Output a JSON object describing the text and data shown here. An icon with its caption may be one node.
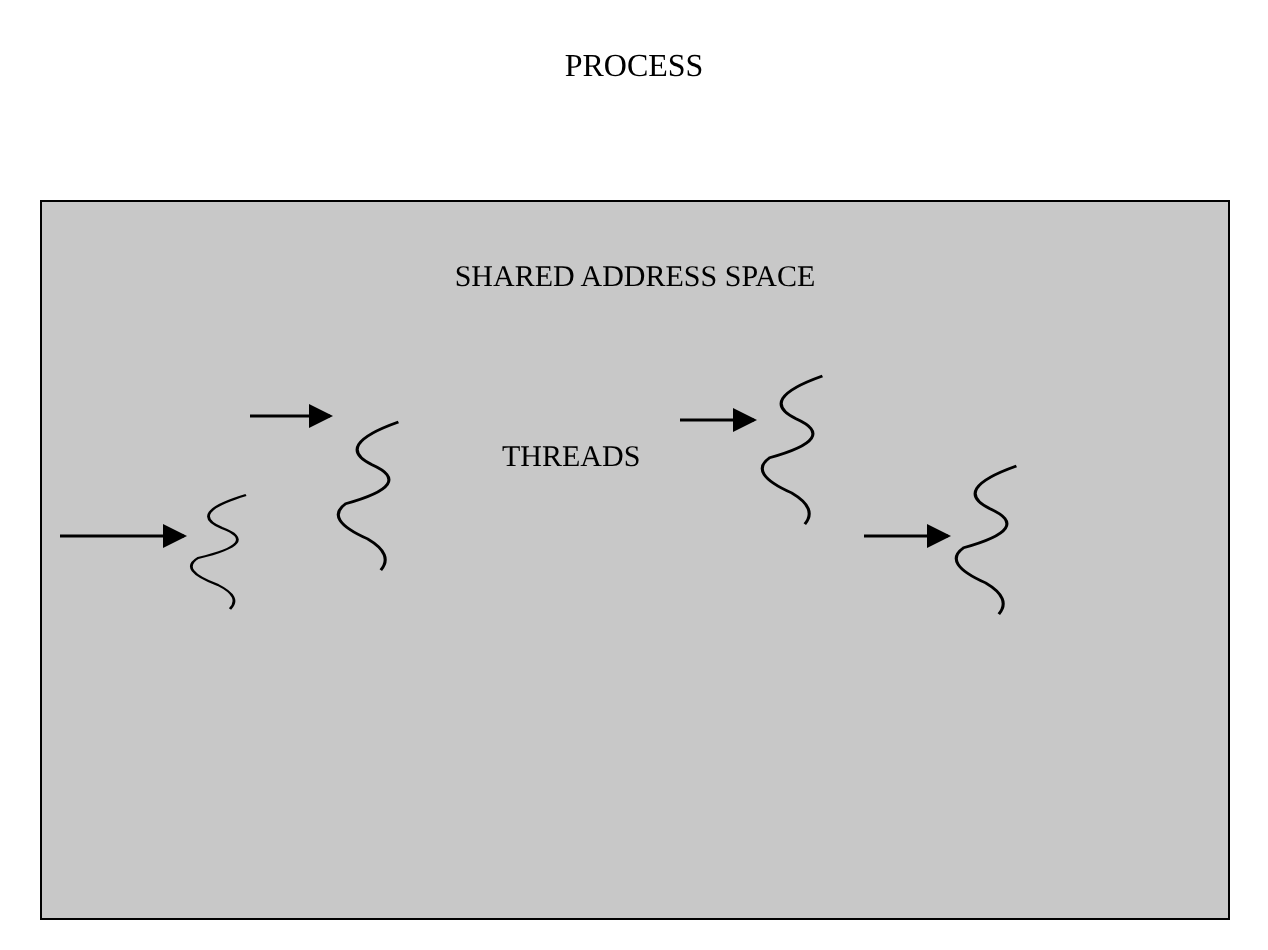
{
  "diagram": {
    "title": "PROCESS",
    "nodes": [
      {
        "text": [
          "SHARED ADDRESS SPACE"
        ]
      },
      {
        "text": [],
        "shape": "curve",
        "in": 0
      },
      {
        "text": [],
        "shape": "curve",
        "in": 0
      },
      {
        "text": [],
        "shape": "curve",
        "in": 0
      },
      {
        "text": [],
        "shape": "curve",
        "in": 0
      }
    ],
    "edges": [
      {
        "from": null,
        "to": 1,
        "arrow": "to"
      },
      {
        "from": null,
        "to": 2,
        "arrow": "to"
      },
      {
        "from": null,
        "to": 3,
        "arrow": "to"
      },
      {
        "from": null,
        "to": 4,
        "arrow": "to"
      }
    ],
    "labels": [
      "THREADS"
    ]
  }
}
